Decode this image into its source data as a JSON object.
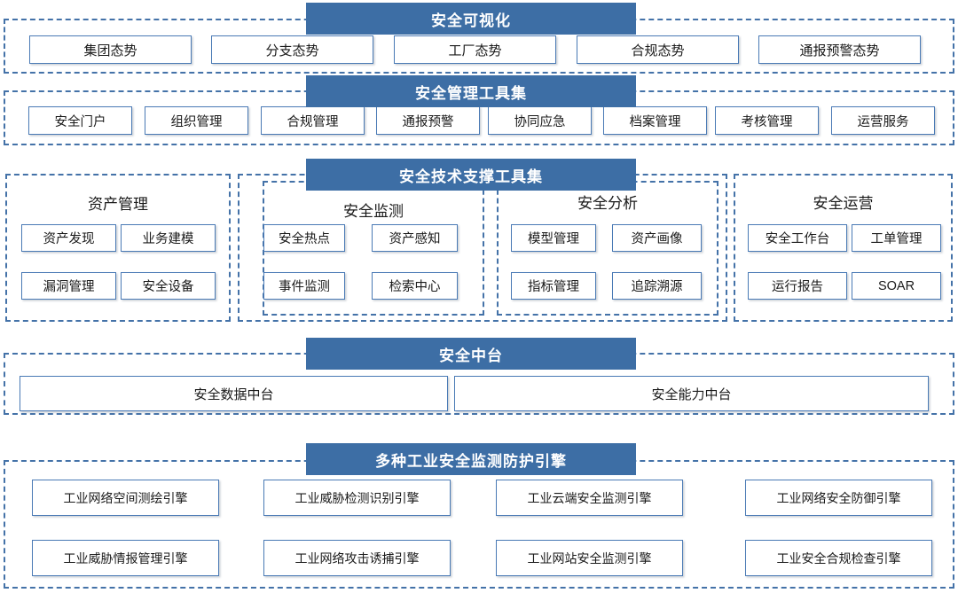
{
  "colors": {
    "banner_bg": "#3d6ea5",
    "banner_text": "#ffffff",
    "dashed_border": "#4472a8",
    "cell_border": "#4a7ab5",
    "cell_bg": "#ffffff",
    "text": "#1a1a1a"
  },
  "layers": {
    "visualization": {
      "title": "安全可视化",
      "items": [
        "集团态势",
        "分支态势",
        "工厂态势",
        "合规态势",
        "通报预警态势"
      ]
    },
    "management_tools": {
      "title": "安全管理工具集",
      "items": [
        "安全门户",
        "组织管理",
        "合规管理",
        "通报预警",
        "协同应急",
        "档案管理",
        "考核管理",
        "运营服务"
      ]
    },
    "technical_tools": {
      "title": "安全技术支撑工具集",
      "groups": [
        {
          "name": "资产管理",
          "items": [
            "资产发现",
            "业务建模",
            "漏洞管理",
            "安全设备"
          ]
        },
        {
          "name": "安全监测",
          "items": [
            "安全热点",
            "资产感知",
            "事件监测",
            "检索中心"
          ]
        },
        {
          "name": "安全分析",
          "items": [
            "模型管理",
            "资产画像",
            "指标管理",
            "追踪溯源"
          ]
        },
        {
          "name": "安全运营",
          "items": [
            "安全工作台",
            "工单管理",
            "运行报告",
            "SOAR"
          ]
        }
      ]
    },
    "middle_platform": {
      "title": "安全中台",
      "items": [
        "安全数据中台",
        "安全能力中台"
      ]
    },
    "engines": {
      "title": "多种工业安全监测防护引擎",
      "items": [
        "工业网络空间测绘引擎",
        "工业威胁检测识别引擎",
        "工业云端安全监测引擎",
        "工业网络安全防御引擎",
        "工业威胁情报管理引擎",
        "工业网络攻击诱捕引擎",
        "工业网站安全监测引擎",
        "工业安全合规检查引擎"
      ]
    }
  }
}
